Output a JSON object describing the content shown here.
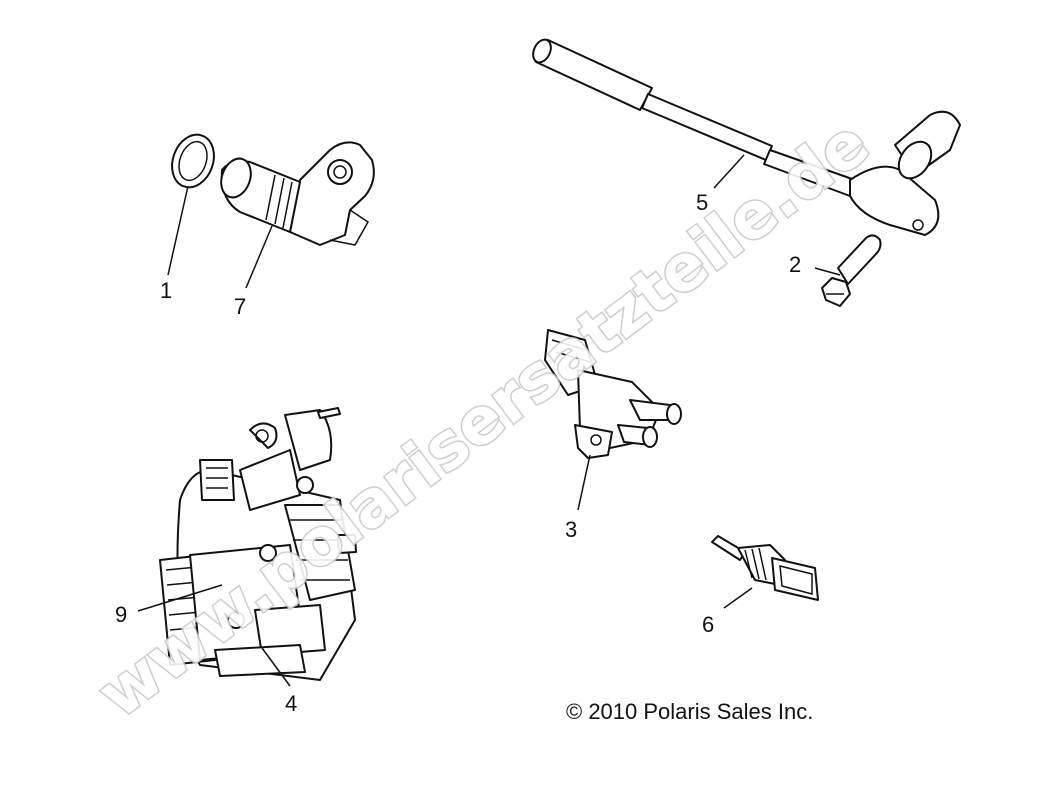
{
  "callouts": {
    "c1": "1",
    "c2": "2",
    "c3": "3",
    "c4": "4",
    "c5": "5",
    "c6": "6",
    "c7": "7",
    "c9": "9"
  },
  "copyright": "© 2010 Polaris Sales Inc.",
  "watermark": "www.polarisersatzteile.de"
}
